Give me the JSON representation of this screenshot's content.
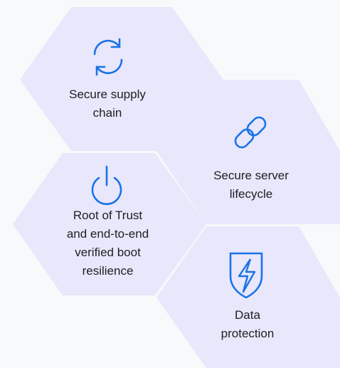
{
  "colors": {
    "background": "#f8f9fa",
    "hex_fill": "#e8e7fb",
    "icon_stroke": "#1a73e8",
    "text": "#202124"
  },
  "hexagons": [
    {
      "label_line1": "Secure supply",
      "label_line2": "chain",
      "icon": "refresh-icon"
    },
    {
      "label_line1": "Secure server",
      "label_line2": "lifecycle",
      "icon": "link-icon"
    },
    {
      "label_line1": "Root of Trust",
      "label_line2": "and end-to-end",
      "label_line3": "verified boot",
      "label_line4": "resilience",
      "icon": "power-icon"
    },
    {
      "label_line1": "Data",
      "label_line2": "protection",
      "icon": "shield-bolt-icon"
    }
  ]
}
